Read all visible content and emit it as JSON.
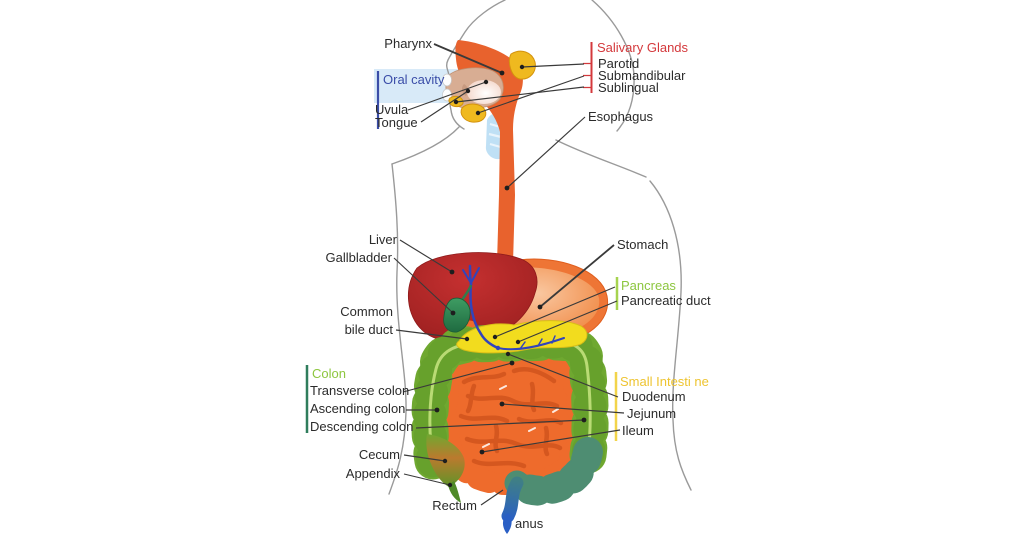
{
  "figure": {
    "type": "anatomical-diagram",
    "subject": "Human digestive system"
  },
  "labels": {
    "pharynx": "Pharynx",
    "salivary_glands": "Salivary Glands",
    "parotid": "Parotid",
    "submandibular": "Submandibular",
    "sublingual": "Sublingual",
    "oral_cavity": "Oral cavity",
    "uvula": "Uvula",
    "tongue": "Tongue",
    "esophagus": "Esophagus",
    "liver": "Liver",
    "gallbladder": "Gallbladder",
    "stomach": "Stomach",
    "pancreas": "Pancreas",
    "pancreatic_duct": "Pancreatic duct",
    "common_bile_duct_1": "Common",
    "common_bile_duct_2": "bile duct",
    "colon": "Colon",
    "transverse_colon": "Transverse colon",
    "ascending_colon": "Ascending colon",
    "descending_colon": "Descending colon",
    "small_intestine": "Small Intesti ne",
    "duodenum": "Duodenum",
    "jejunum": "Jejunum",
    "ileum": "Ileum",
    "cecum": "Cecum",
    "appendix": "Appendix",
    "rectum": "Rectum",
    "anus": "anus"
  },
  "colors": {
    "salivary_glands_label": "#d4393c",
    "oral_cavity_label": "#3a4da8",
    "pancreas_label": "#8dc63f",
    "colon_label": "#8dc63f",
    "small_intestine_label": "#eec431",
    "label_text": "#2b2b2b",
    "esophagus_orange": "#e8622d",
    "liver_red": "#b32424",
    "stomach_orange": "#ee7535",
    "pancreas_yellow": "#f2dc1e",
    "colon_green": "#6fa830",
    "small_intestine_orange": "#ee6b2c",
    "gallbladder_green": "#2e7d4f",
    "rectum_teal": "#4e8d72",
    "anus_blue": "#2a5fc5"
  }
}
